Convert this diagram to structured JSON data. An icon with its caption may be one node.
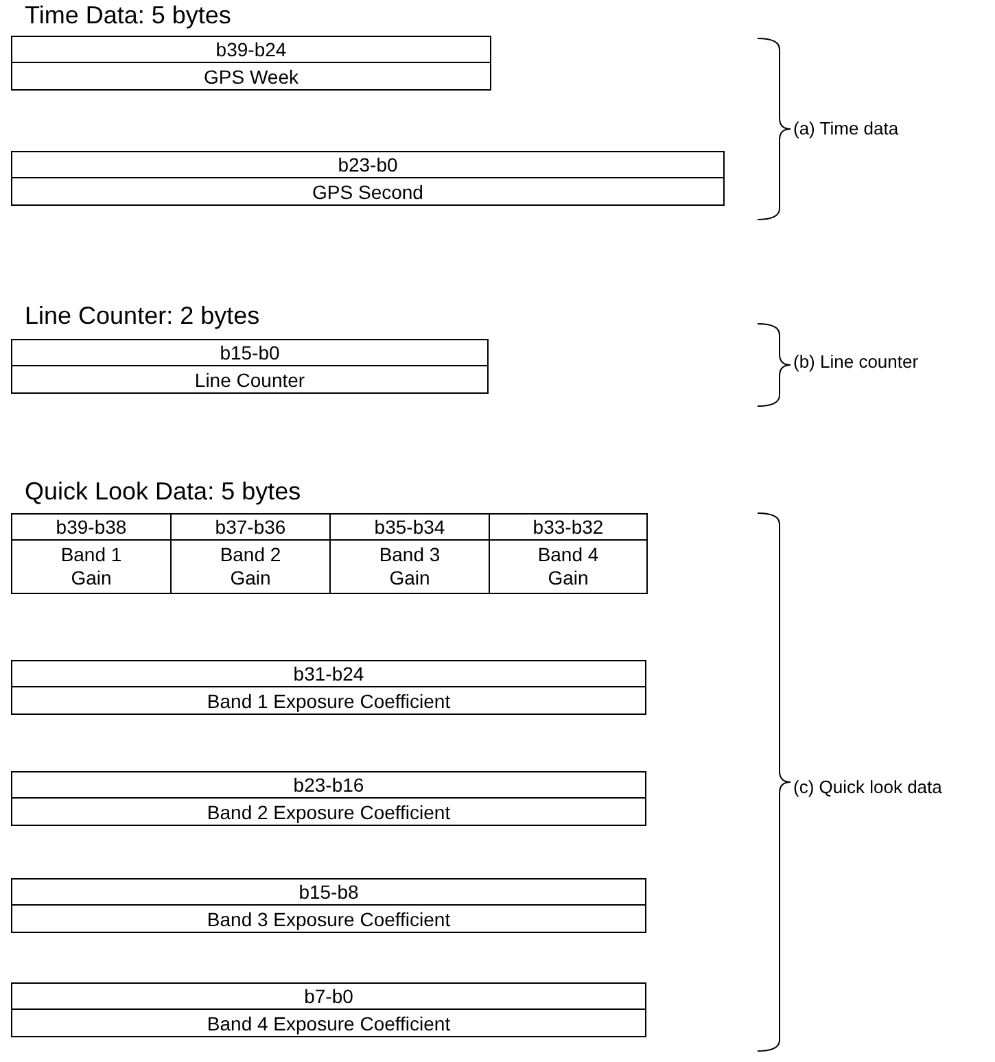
{
  "diagram": {
    "nodes": [
      {
        "text": [
          "b39-b24",
          "GPS Week"
        ]
      },
      {
        "text": [
          "b23-b0",
          "GPS Second"
        ]
      },
      {
        "text": [
          "b15-b0",
          "Line Counter"
        ]
      },
      {
        "text": [
          "b39-b38",
          "Band 1 Gain"
        ]
      },
      {
        "text": [
          "b37-b36",
          "Band 2 Gain"
        ]
      },
      {
        "text": [
          "b35-b34",
          "Band 3 Gain"
        ]
      },
      {
        "text": [
          "b33-b32",
          "Band 4 Gain"
        ]
      },
      {
        "text": [
          "b31-b24",
          "Band 1 Exposure Coefficient"
        ]
      },
      {
        "text": [
          "b23-b16",
          "Band 2 Exposure Coefficient"
        ]
      },
      {
        "text": [
          "b15-b8",
          "Band 3 Exposure Coefficient"
        ]
      },
      {
        "text": [
          "b7-b0",
          "Band 4 Exposure Coefficient"
        ]
      }
    ],
    "labels": [
      "Time Data: 5 bytes",
      "(a) Time data",
      "Line Counter: 2 bytes",
      "(b) Line counter",
      "Quick Look Data: 5 bytes",
      "(c) Quick look data"
    ]
  }
}
